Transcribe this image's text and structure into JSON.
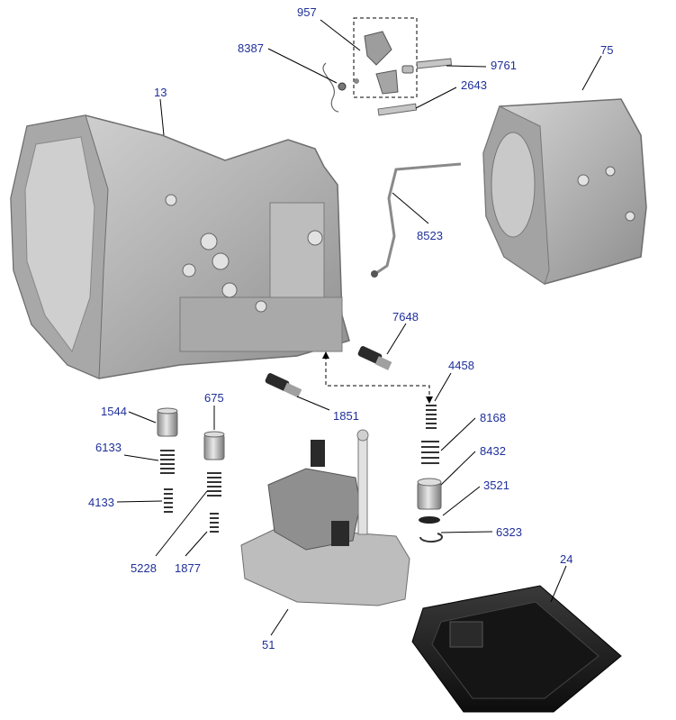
{
  "colors": {
    "callout": "#1f2f9a",
    "leader": "#000000",
    "casting": "#b9b9b9",
    "pan": "#1a1a1a",
    "background": "#ffffff"
  },
  "parts": {
    "p957": "957",
    "p8387": "8387",
    "p9761": "9761",
    "p2643": "2643",
    "p13": "13",
    "p75": "75",
    "p8523": "8523",
    "p7648": "7648",
    "p4458": "4458",
    "p1851": "1851",
    "p1544": "1544",
    "p675": "675",
    "p8168": "8168",
    "p6133": "6133",
    "p8432": "8432",
    "p4133": "4133",
    "p3521": "3521",
    "p6323": "6323",
    "p5228": "5228",
    "p1877": "1877",
    "p24": "24",
    "p51": "51"
  }
}
